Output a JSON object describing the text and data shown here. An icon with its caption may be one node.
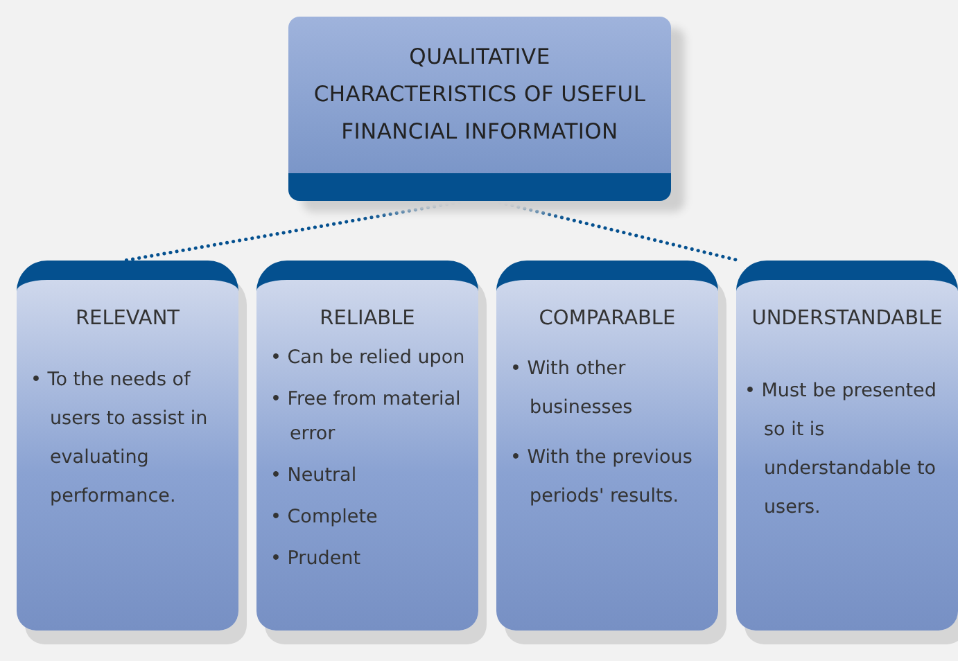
{
  "diagram": {
    "nodes": [
      {
        "text": [
          "QUALITATIVE CHARACTERISTICS OF USEFUL FINANCIAL INFORMATION"
        ]
      },
      {
        "text": [
          "RELEVANT",
          "• To the needs of users to assist in evaluating performance."
        ]
      },
      {
        "text": [
          "RELIABLE",
          "• Can be relied upon",
          "• Free from material error",
          "• Neutral",
          "• Complete",
          "• Prudent"
        ]
      },
      {
        "text": [
          "COMPARABLE",
          "• With other businesses",
          "• With the previous periods' results."
        ]
      },
      {
        "text": [
          "UNDERSTANDABLE",
          "• Must be presented so it is understandable to users."
        ]
      }
    ],
    "edges": [
      {
        "from": 0,
        "to": 1,
        "arrow": "none",
        "style": "dashed"
      },
      {
        "from": 0,
        "to": 4,
        "arrow": "none",
        "style": "dashed"
      }
    ]
  }
}
